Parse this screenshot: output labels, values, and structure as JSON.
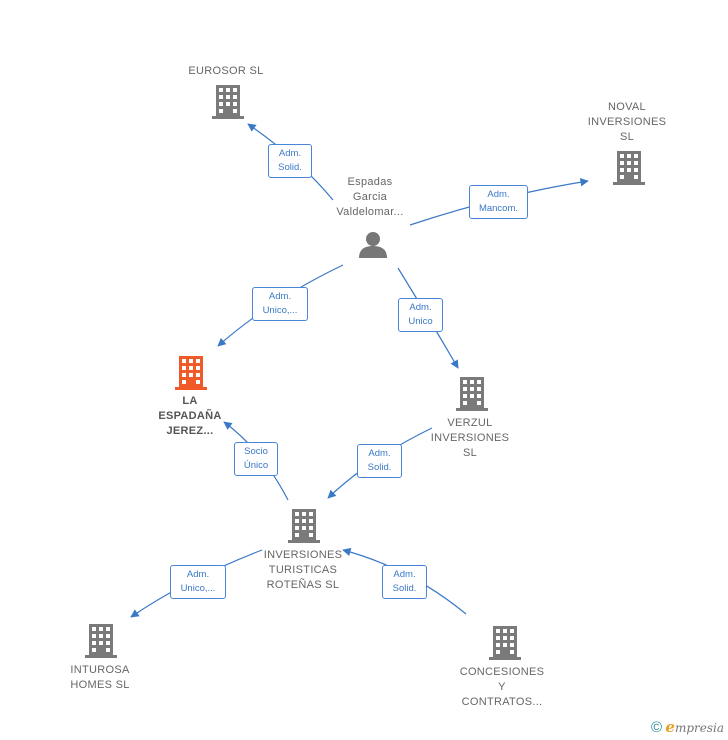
{
  "colors": {
    "edge": "#3a78c8",
    "building": "#7a7a7a",
    "highlight": "#f05a28",
    "person": "#777777"
  },
  "nodes": {
    "eurosor": {
      "label": [
        "EUROSOR  SL"
      ],
      "icon": "building-icon"
    },
    "noval": {
      "label": [
        "NOVAL",
        "INVERSIONES",
        "SL"
      ],
      "icon": "building-icon"
    },
    "person": {
      "label": [
        "Espadas",
        "Garcia",
        "Valdelomar..."
      ],
      "icon": "person-icon"
    },
    "la_espadana": {
      "label": [
        "LA",
        "ESPADAÑA",
        "JEREZ..."
      ],
      "icon": "building-icon"
    },
    "verzul": {
      "label": [
        "VERZUL",
        "INVERSIONES",
        "SL"
      ],
      "icon": "building-icon"
    },
    "inversiones_turisticas": {
      "label": [
        "INVERSIONES",
        "TURISTICAS",
        "ROTEÑAS  SL"
      ],
      "icon": "building-icon"
    },
    "inturosa": {
      "label": [
        "INTUROSA",
        "HOMES  SL"
      ],
      "icon": "building-icon"
    },
    "concesiones": {
      "label": [
        "CONCESIONES",
        "Y",
        "CONTRATOS..."
      ],
      "icon": "building-icon"
    }
  },
  "edges": {
    "person_eurosor": [
      "Adm.",
      "Solid."
    ],
    "person_noval": [
      "Adm.",
      "Mancom."
    ],
    "person_espadana": [
      "Adm.",
      "Unico,..."
    ],
    "person_verzul": [
      "Adm.",
      "Unico"
    ],
    "turisticas_espadana": [
      "Socio",
      "Único"
    ],
    "verzul_turisticas": [
      "Adm.",
      "Solid."
    ],
    "turisticas_inturosa": [
      "Adm.",
      "Unico,..."
    ],
    "concesiones_turisticas": [
      "Adm.",
      "Solid."
    ]
  },
  "footer": {
    "copyright": "©",
    "brand_initial": "e",
    "brand_rest": "mpresia"
  }
}
